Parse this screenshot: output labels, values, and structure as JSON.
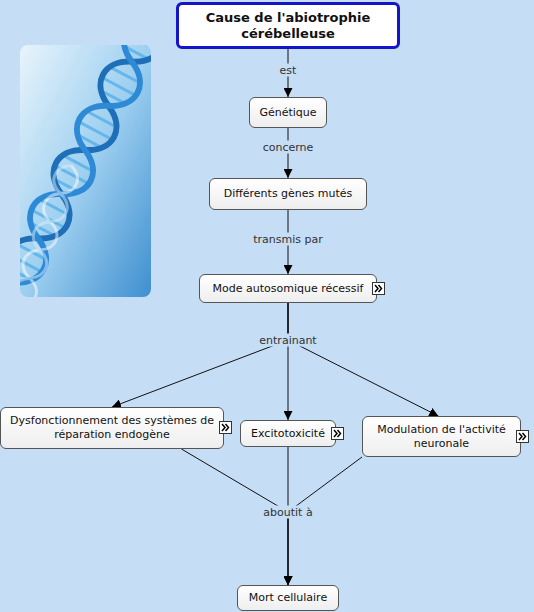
{
  "diagram": {
    "nodes": [
      {
        "text": [
          "Cause de l'abiotrophie cérébelleuse"
        ]
      },
      {
        "text": [
          "Génétique"
        ]
      },
      {
        "text": [
          "Différents gènes mutés"
        ]
      },
      {
        "text": [
          "Mode autosomique récessif"
        ]
      },
      {
        "text": [
          "Dysfonctionnement des systèmes de réparation endogène"
        ]
      },
      {
        "text": [
          "Excitotoxicité"
        ]
      },
      {
        "text": [
          "Modulation de l'activité neuronale"
        ]
      },
      {
        "text": [
          "Mort cellulaire"
        ]
      }
    ],
    "edges": [
      {
        "from": 0,
        "to": 1,
        "label": "est",
        "arrow": "to"
      },
      {
        "from": 1,
        "to": 2,
        "label": "concerne",
        "arrow": "to"
      },
      {
        "from": 2,
        "to": 3,
        "label": "transmis par",
        "arrow": "to"
      },
      {
        "from": 3,
        "to": 4,
        "arrow": "to"
      },
      {
        "from": 3,
        "to": 5,
        "label": "entrainant",
        "arrow": "to"
      },
      {
        "from": 3,
        "to": 6,
        "arrow": "to"
      },
      {
        "from": 4,
        "to": 7,
        "arrow": "to"
      },
      {
        "from": 5,
        "to": 7,
        "label": "aboutit à",
        "arrow": "to"
      },
      {
        "from": 6,
        "to": 7,
        "arrow": "to"
      }
    ]
  }
}
